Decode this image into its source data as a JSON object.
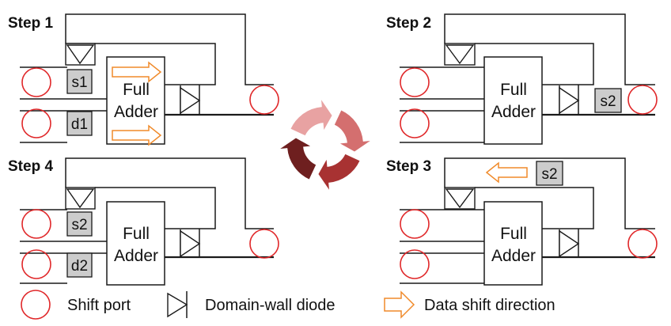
{
  "colors": {
    "shift_port": "#e0282a",
    "shift_arrow": "#f08a2a",
    "cycle": [
      "#e8a2a2",
      "#d46f6f",
      "#a83232",
      "#6e1f1f"
    ]
  },
  "steps": {
    "step1": {
      "title": "Step 1",
      "adder_line1": "Full",
      "adder_line2": "Adder",
      "reg_top": "s1",
      "reg_bottom": "d1"
    },
    "step2": {
      "title": "Step 2",
      "adder_line1": "Full",
      "adder_line2": "Adder",
      "reg_out": "s2"
    },
    "step3": {
      "title": "Step 3",
      "adder_line1": "Full",
      "adder_line2": "Adder",
      "reg_feedback": "s2"
    },
    "step4": {
      "title": "Step 4",
      "adder_line1": "Full",
      "adder_line2": "Adder",
      "reg_top": "s2",
      "reg_bottom": "d2"
    }
  },
  "legend": {
    "shift_port": "Shift port",
    "diode": "Domain-wall diode",
    "shift_direction": "Data shift direction"
  },
  "icons": {
    "shift_port": "circle-outline-icon",
    "diode": "triangle-diode-icon",
    "shift_direction": "block-arrow-right-icon",
    "cycle": "circular-cycle-arrows-icon"
  }
}
